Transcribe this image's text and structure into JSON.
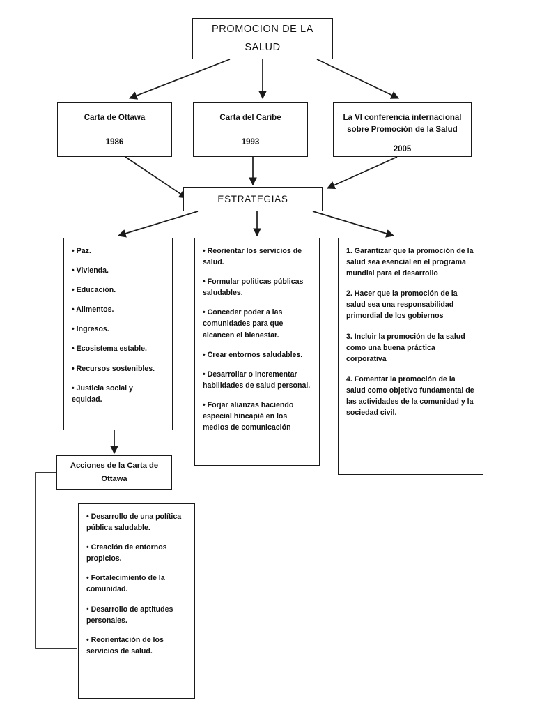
{
  "diagram": {
    "title": "PROMOCION DE LA SALUD",
    "root": {
      "label": "PROMOCION DE LA\nSALUD"
    },
    "charters": [
      {
        "name": "Carta de Ottawa",
        "year": "1986"
      },
      {
        "name": "Carta del Caribe",
        "year": "1993"
      },
      {
        "name": "La VI conferencia internacional sobre Promoción de la Salud",
        "year": "2005"
      }
    ],
    "strategies_label": "ESTRATEGIAS",
    "prerequisites": {
      "items": [
        "• Paz.",
        "• Vivienda.",
        "• Educación.",
        "• Alimentos.",
        "• Ingresos.",
        "• Ecosistema estable.",
        "• Recursos sostenibles.",
        "• Justicia social y equidad."
      ]
    },
    "strategy_actions": {
      "items": [
        "• Reorientar los servicios de salud.",
        "• Formular politicas públicas saludables.",
        "• Conceder poder a las comunidades para que alcancen el bienestar.",
        "• Crear entornos saludables.",
        "• Desarrollar o incrementar habilidades de salud personal.",
        "• Forjar alianzas haciendo especial hincapié en los medios de comunicación"
      ]
    },
    "conference_goals": {
      "items": [
        "1. Garantizar que la promoción de la salud sea esencial en el programa mundial para el desarrollo",
        "2. Hacer que la promoción de la salud sea una responsabilidad primordial de los gobiernos",
        "3. Incluir la promoción de la salud como una buena práctica corporativa",
        "4. Fomentar la promoción de la salud como objetivo fundamental de las actividades de la comunidad y la sociedad civil."
      ]
    },
    "ottawa_actions_heading": "Acciones de la Carta de Ottawa",
    "ottawa_actions": {
      "items": [
        "• Desarrollo de una política pública saludable.",
        "• Creación de entornos propicios.",
        "• Fortalecimiento de la comunidad.",
        "• Desarrollo de aptitudes personales.",
        "• Reorientación de los servicios de salud."
      ]
    },
    "colors": {
      "stroke": "#1a1a1a",
      "background": "#ffffff",
      "text": "#111111"
    }
  }
}
